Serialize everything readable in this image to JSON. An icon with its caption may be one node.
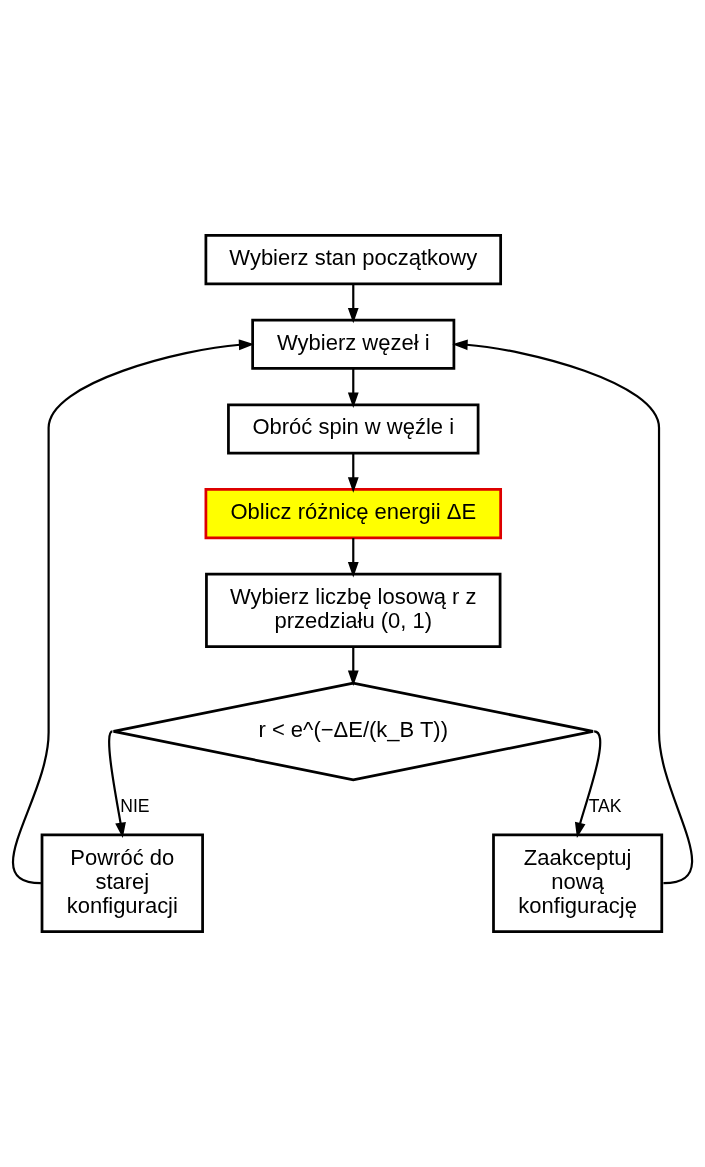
{
  "diagram": {
    "nodes": [
      {
        "text": [
          "Wybierz stan początkowy"
        ]
      },
      {
        "text": [
          "Wybierz węzeł i"
        ]
      },
      {
        "text": [
          "Obróć spin w węźle i"
        ]
      },
      {
        "text": [
          "Oblicz różnicę energii ΔE"
        ]
      },
      {
        "text": [
          "Wybierz liczbę losową r z przedziału (0, 1)"
        ]
      },
      {
        "text": [
          "r < e^(−ΔE/(k_B T))"
        ]
      },
      {
        "text": [
          "Powróć do starej konfiguracji"
        ]
      },
      {
        "text": [
          "Zaakceptuj nową konfigurację"
        ]
      }
    ],
    "edges": [
      {
        "from": 0,
        "to": 1,
        "arrow": "to"
      },
      {
        "from": 1,
        "to": 2,
        "arrow": "to"
      },
      {
        "from": 2,
        "to": 3,
        "arrow": "to"
      },
      {
        "from": 3,
        "to": 4,
        "arrow": "to"
      },
      {
        "from": 4,
        "to": 5,
        "arrow": "to"
      },
      {
        "from": 5,
        "to": 6,
        "arrow": "to",
        "label": "NIE"
      },
      {
        "from": 5,
        "to": 7,
        "arrow": "to",
        "label": "TAK"
      },
      {
        "from": 6,
        "to": 1,
        "arrow": "to"
      },
      {
        "from": 7,
        "to": 1,
        "arrow": "to"
      }
    ]
  }
}
